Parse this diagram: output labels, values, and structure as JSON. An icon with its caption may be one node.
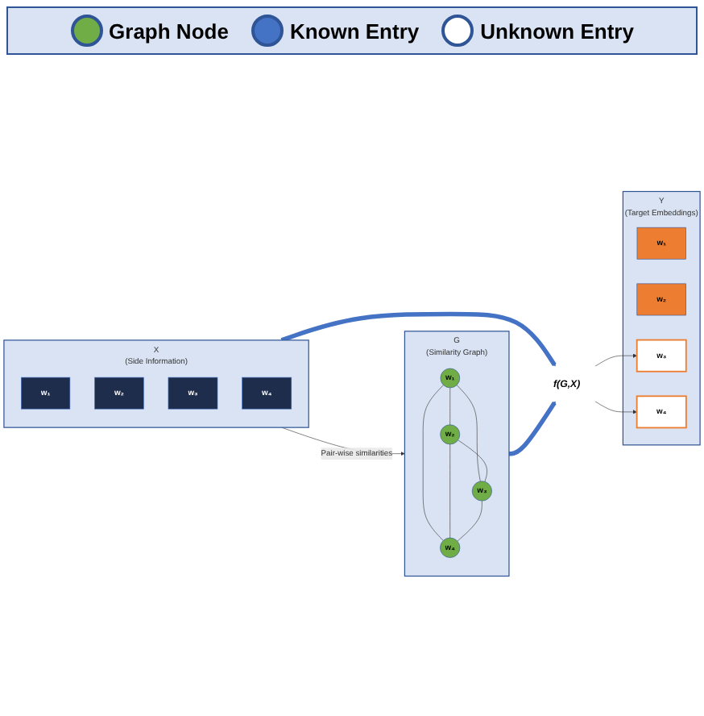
{
  "diagram": {
    "nodes": [
      {
        "text": [
          "X",
          "(Side Information)"
        ]
      },
      {
        "text": [
          "w₁"
        ],
        "in": 0
      },
      {
        "text": [
          "w₂"
        ],
        "in": 0
      },
      {
        "text": [
          "w₃"
        ],
        "in": 0
      },
      {
        "text": [
          "w₄"
        ],
        "in": 0
      },
      {
        "text": [
          "f(G,X)"
        ]
      },
      {
        "text": [
          "Y",
          "(Target Embeddings)"
        ]
      },
      {
        "text": [
          "w₁"
        ],
        "in": 6
      },
      {
        "text": [
          "w₂"
        ],
        "in": 6
      },
      {
        "text": [
          "w₃"
        ],
        "in": 6
      },
      {
        "text": [
          "w₄"
        ],
        "in": 6
      },
      {
        "text": [
          "G",
          "(Similarity Graph)"
        ]
      },
      {
        "text": [
          "w₁"
        ],
        "in": 11
      },
      {
        "text": [
          "w₂"
        ],
        "in": 11
      },
      {
        "text": [
          "w₃"
        ],
        "in": 11
      },
      {
        "text": [
          "w₄"
        ],
        "in": 11
      }
    ],
    "edges": [
      {
        "from": 0,
        "to": 5,
        "arrow": "to",
        "style": "thick",
        "color": "#4472c4"
      },
      {
        "from": 11,
        "to": 5,
        "arrow": "to",
        "style": "thick",
        "color": "#4472c4"
      },
      {
        "from": 5,
        "to": 9,
        "arrow": "to"
      },
      {
        "from": 5,
        "to": 10,
        "arrow": "to"
      },
      {
        "from": 0,
        "to": 11,
        "arrow": "to",
        "label": "Pair-wise similarities"
      },
      {
        "from": 12,
        "to": 13,
        "arrow": "none"
      },
      {
        "from": 12,
        "to": 14,
        "arrow": "none"
      },
      {
        "from": 12,
        "to": 15,
        "arrow": "none"
      },
      {
        "from": 13,
        "to": 14,
        "arrow": "none"
      },
      {
        "from": 13,
        "to": 15,
        "arrow": "none"
      },
      {
        "from": 14,
        "to": 15,
        "arrow": "none"
      }
    ],
    "legend": [
      {
        "text": "Graph Node",
        "color": "#70ad47"
      },
      {
        "text": "Known Entry",
        "color": "#4472c4"
      },
      {
        "text": "Unknown Entry",
        "color": "#ffffff"
      }
    ]
  }
}
